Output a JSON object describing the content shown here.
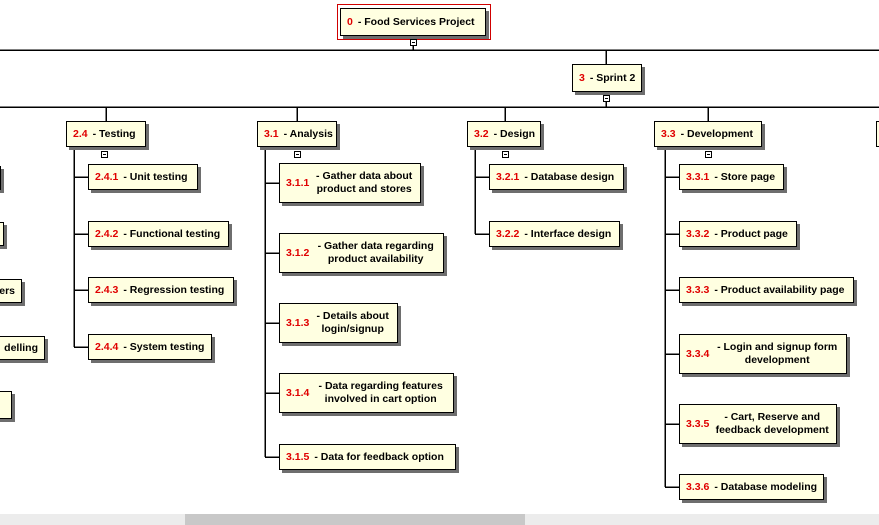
{
  "root": {
    "num": "0",
    "label": "- Food Services Project"
  },
  "left_partial": {
    "labels": [
      "e",
      "ffers",
      "delling"
    ]
  },
  "sprint": {
    "num": "3",
    "label": "- Sprint 2"
  },
  "testing": {
    "num": "2.4",
    "label": "- Testing",
    "items": [
      {
        "num": "2.4.1",
        "label": "- Unit testing"
      },
      {
        "num": "2.4.2",
        "label": "- Functional testing"
      },
      {
        "num": "2.4.3",
        "label": "- Regression testing"
      },
      {
        "num": "2.4.4",
        "label": "- System testing"
      }
    ]
  },
  "analysis": {
    "num": "3.1",
    "label": "- Analysis",
    "items": [
      {
        "num": "3.1.1",
        "label": "- Gather data about product and stores"
      },
      {
        "num": "3.1.2",
        "label": "- Gather data regarding product availability"
      },
      {
        "num": "3.1.3",
        "label": "- Details about login/signup"
      },
      {
        "num": "3.1.4",
        "label": "- Data regarding features involved in cart option"
      },
      {
        "num": "3.1.5",
        "label": "- Data for feedback option"
      }
    ]
  },
  "design": {
    "num": "3.2",
    "label": "- Design",
    "items": [
      {
        "num": "3.2.1",
        "label": "- Database design"
      },
      {
        "num": "3.2.2",
        "label": "- Interface design"
      }
    ]
  },
  "development": {
    "num": "3.3",
    "label": "- Development",
    "items": [
      {
        "num": "3.3.1",
        "label": "- Store page"
      },
      {
        "num": "3.3.2",
        "label": "- Product page"
      },
      {
        "num": "3.3.3",
        "label": "- Product availability page"
      },
      {
        "num": "3.3.4",
        "label": "- Login and signup form development"
      },
      {
        "num": "3.3.5",
        "label": "- Cart, Reserve and feedback development"
      },
      {
        "num": "3.3.6",
        "label": "- Database modeling"
      }
    ]
  },
  "colors": {
    "node_fill": "#ffffe1",
    "number": "#e00000",
    "root_frame": "#d00000"
  }
}
